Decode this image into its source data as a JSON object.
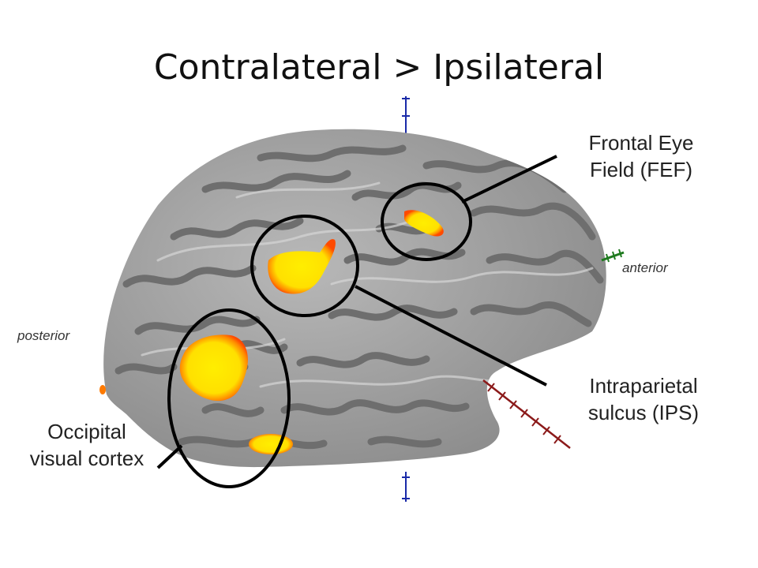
{
  "slide": {
    "title": "Contralateral > Ipsilateral"
  },
  "labels": {
    "fef": [
      "Frontal Eye",
      "Field (FEF)"
    ],
    "ips": [
      "Intraparietal",
      "sulcus (IPS)"
    ],
    "occipital": [
      "Occipital",
      "visual cortex"
    ],
    "anterior": "anterior",
    "posterior": "posterior"
  },
  "colors": {
    "activation_core": "#ffee00",
    "activation_edge": "#ff5a00",
    "brain_light": "#a8a8a8",
    "brain_dark": "#6e6e6e",
    "axis_vertical": "#1a2aa8",
    "axis_anterior": "#1f7a1f",
    "axis_diagonal": "#8b1a1a",
    "annotation": "#000000"
  }
}
